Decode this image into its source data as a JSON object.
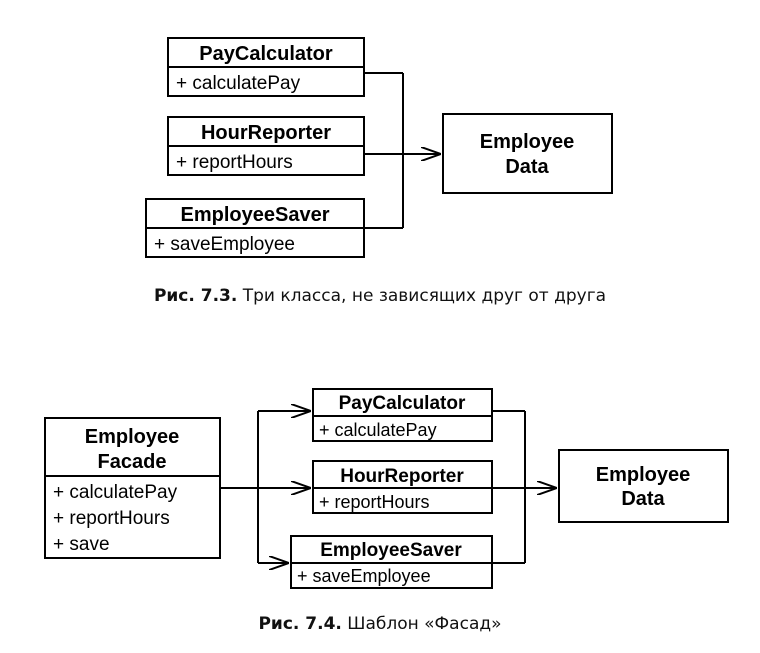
{
  "figure_73": {
    "pay_calculator": {
      "name": "PayCalculator",
      "method": "+ calculatePay"
    },
    "hour_reporter": {
      "name": "HourReporter",
      "method": "+ reportHours"
    },
    "employee_saver": {
      "name": "EmployeeSaver",
      "method": "+ saveEmployee"
    },
    "employee_data": {
      "line1": "Employee",
      "line2": "Data"
    },
    "caption": {
      "label": "Рис. 7.3.",
      "text": " Три класса, не зависящих друг от друга"
    }
  },
  "figure_74": {
    "facade": {
      "line1": "Employee",
      "line2": "Facade",
      "methods": [
        "+ calculatePay",
        "+ reportHours",
        "+ save"
      ]
    },
    "pay_calculator": {
      "name": "PayCalculator",
      "method": "+ calculatePay"
    },
    "hour_reporter": {
      "name": "HourReporter",
      "method": "+ reportHours"
    },
    "employee_saver": {
      "name": "EmployeeSaver",
      "method": "+ saveEmployee"
    },
    "employee_data": {
      "line1": "Employee",
      "line2": "Data"
    },
    "caption": {
      "label": "Рис. 7.4.",
      "text": " Шаблон «Фасад»"
    }
  }
}
